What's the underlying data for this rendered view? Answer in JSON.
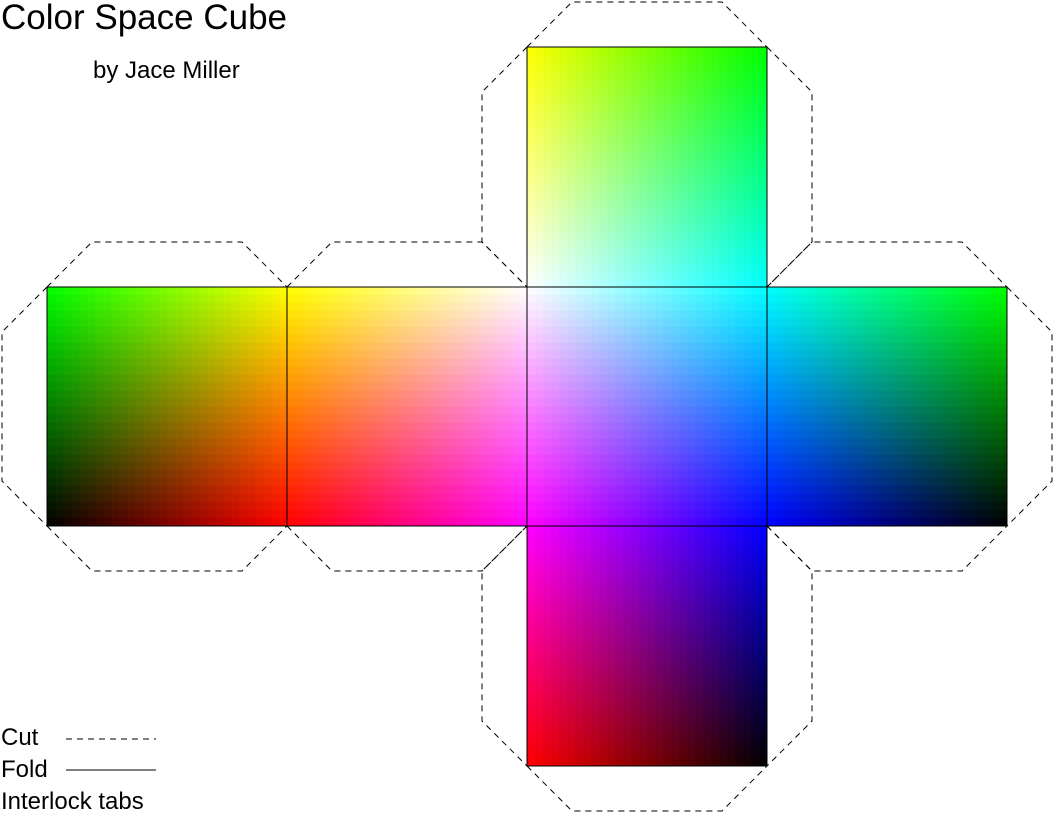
{
  "header": {
    "title": "Color Space Cube",
    "byline": "by Jace Miller"
  },
  "legend": {
    "cut_label": "Cut",
    "fold_label": "Fold",
    "tabs_label": "Interlock tabs"
  },
  "faces": {
    "top": {
      "corners": {
        "tl": "#ffff00",
        "tr": "#00ff00",
        "bl": "#ffffff",
        "br": "#00ffff"
      }
    },
    "left": {
      "corners": {
        "tl": "#00ff00",
        "tr": "#ffff00",
        "bl": "#000000",
        "br": "#ff0000"
      }
    },
    "center": {
      "corners": {
        "tl": "#ffff00",
        "tr": "#ffffff",
        "bl": "#ff0000",
        "br": "#ff00ff"
      }
    },
    "front": {
      "corners": {
        "tl": "#ffffff",
        "tr": "#00ffff",
        "bl": "#ff00ff",
        "br": "#0000ff"
      }
    },
    "right": {
      "corners": {
        "tl": "#00ffff",
        "tr": "#00ff00",
        "bl": "#0000ff",
        "br": "#000000"
      }
    },
    "bottom": {
      "corners": {
        "tl": "#ff00ff",
        "tr": "#0000ff",
        "bl": "#ff0000",
        "br": "#000000"
      }
    }
  }
}
